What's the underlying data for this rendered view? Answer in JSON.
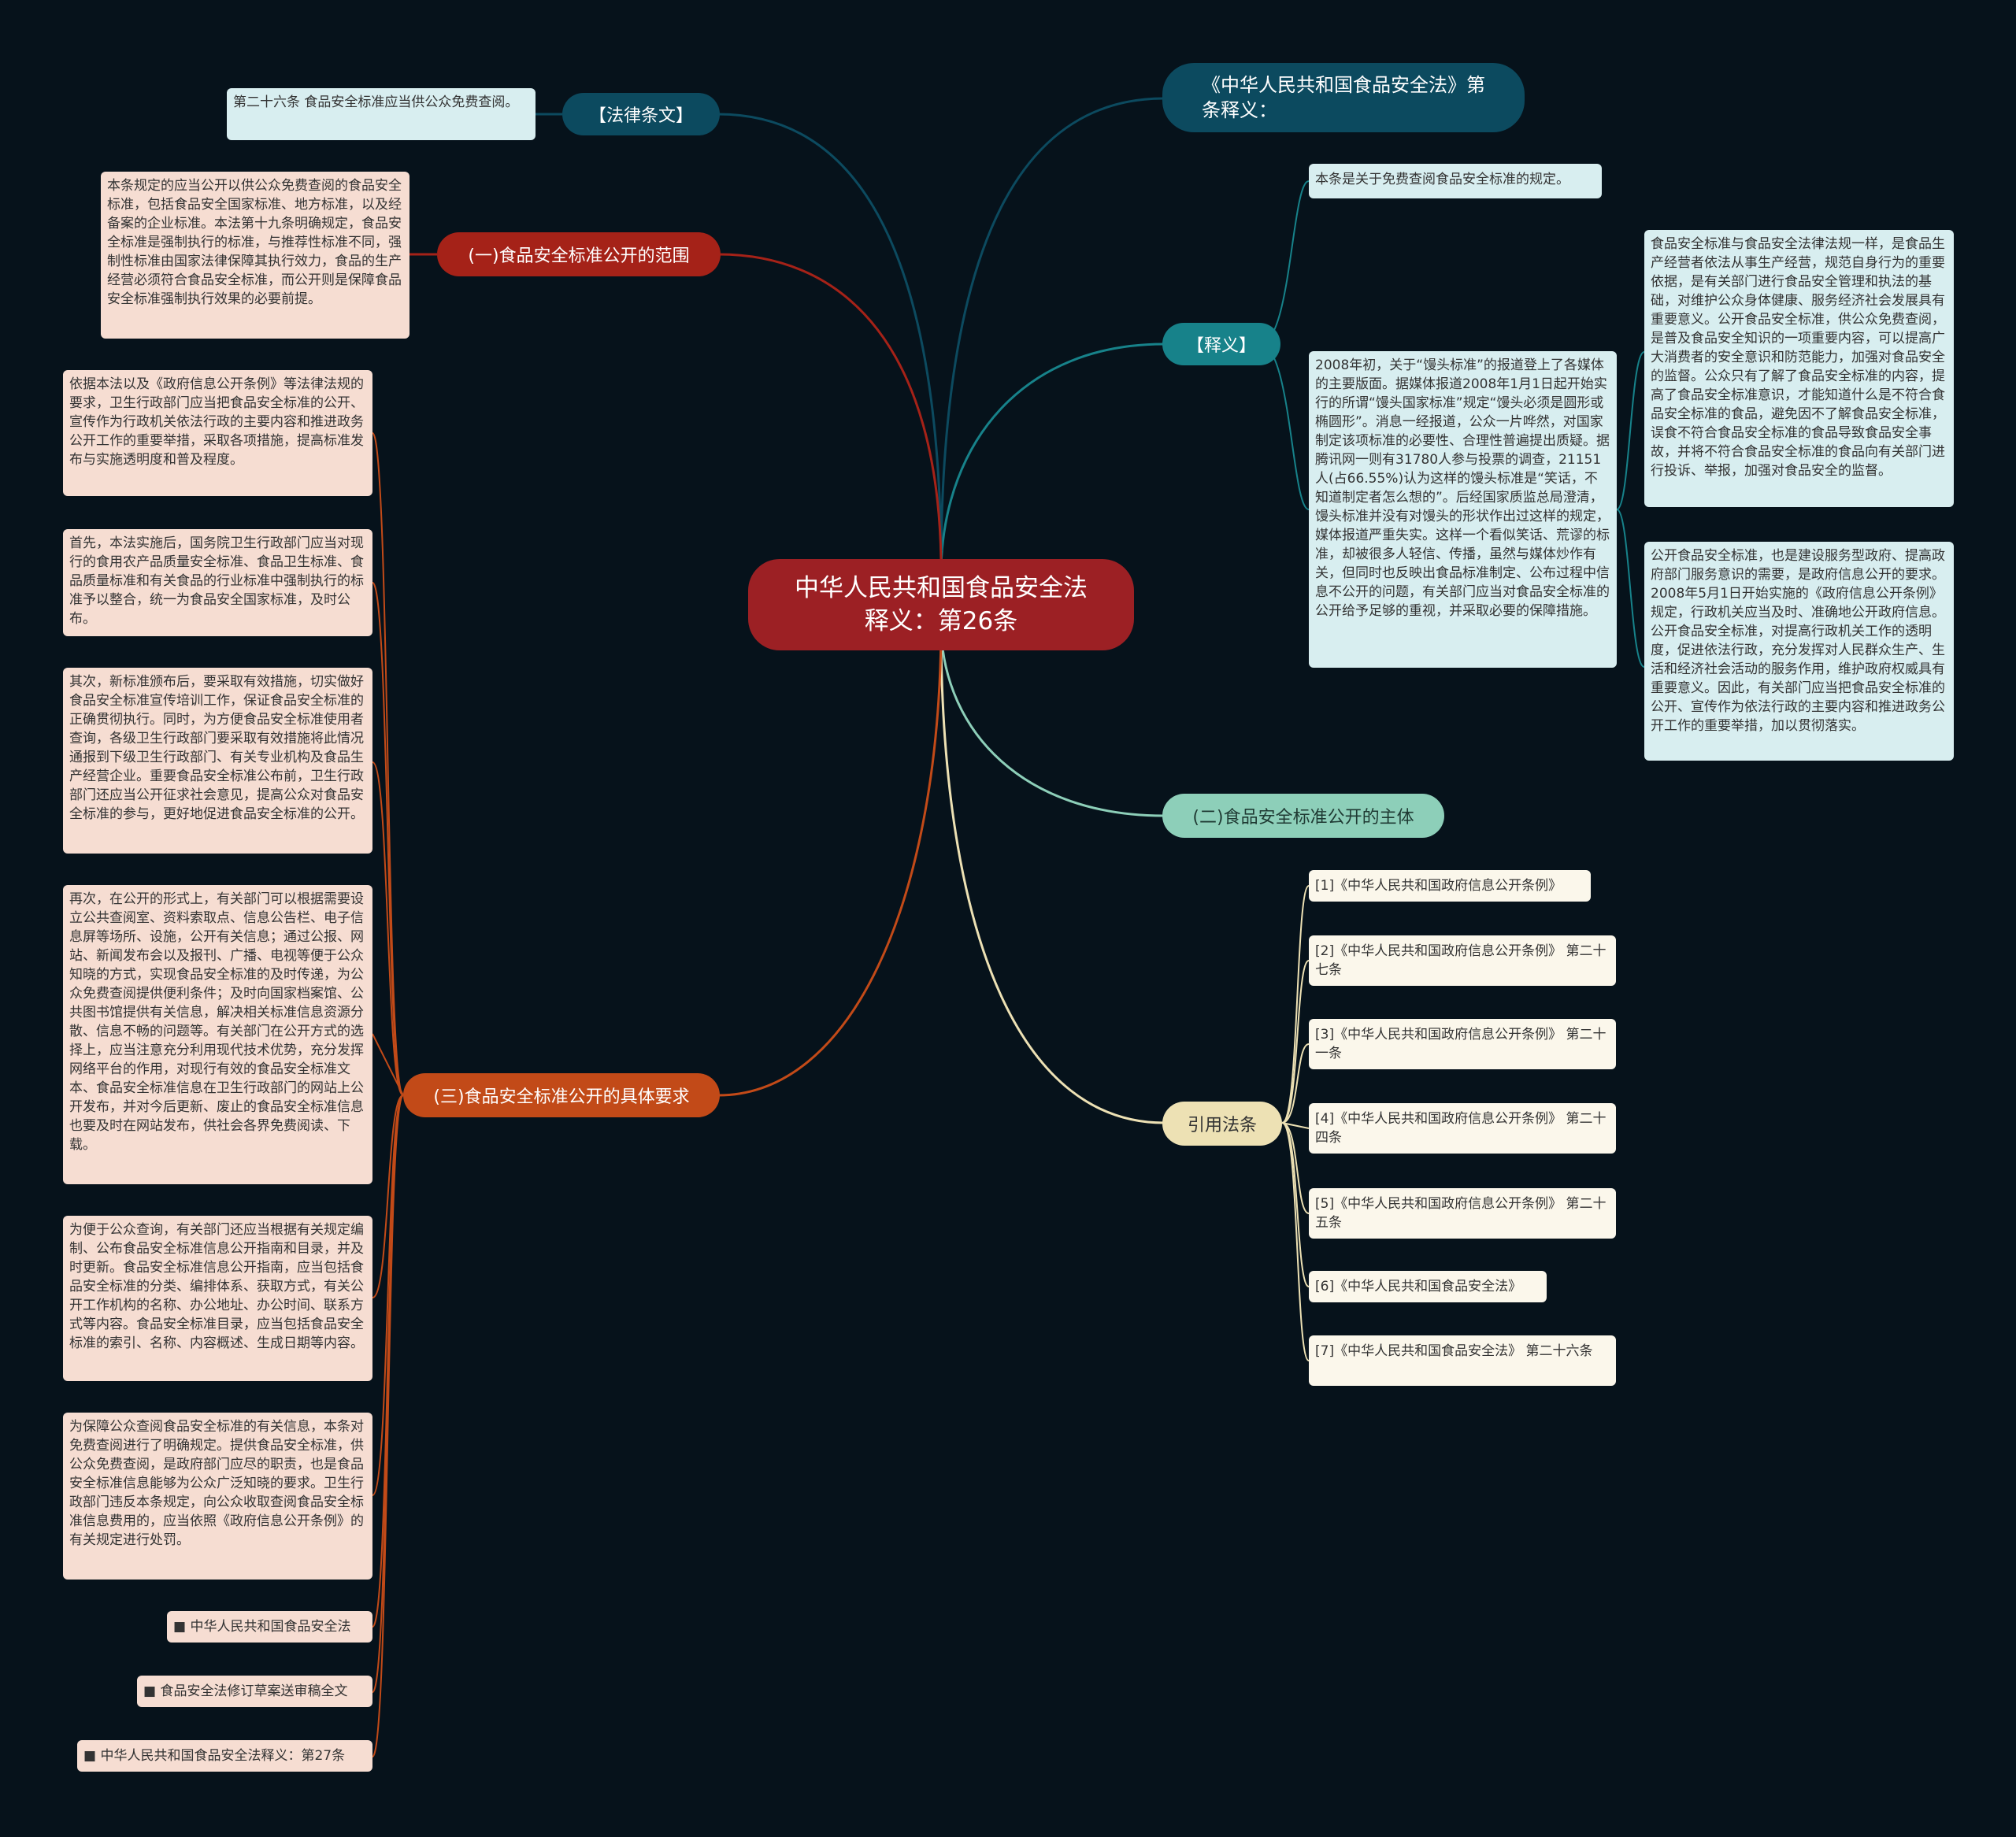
{
  "colors": {
    "background": "#06121b",
    "root": "#9c2024",
    "law": "#0c4a5f",
    "explain": "#17828a",
    "subject": "#8dcfb9",
    "cite": "#ede1b4",
    "scope": "#a52218",
    "requirement": "#c24a18",
    "pink_box": "#f6ddd2",
    "cyan_box": "#d8eef0",
    "cream_box": "#fbf7eb"
  },
  "root": {
    "title": "中华人民共和国食品安全法释义：第26条"
  },
  "branches": {
    "law_text": {
      "label": "【法律条文】",
      "leaf": "第二十六条 食品安全标准应当供公众免费查阅。"
    },
    "explanation_title": {
      "label": "《中华人民共和国食品安全法》第条释义："
    },
    "scope": {
      "label": "(一)食品安全标准公开的范围",
      "leaf": "本条规定的应当公开以供公众免费查阅的食品安全标准，包括食品安全国家标准、地方标准，以及经备案的企业标准。本法第十九条明确规定，食品安全标准是强制执行的标准，与推荐性标准不同，强制性标准由国家法律保障其执行效力，食品的生产经营必须符合食品安全标准，而公开则是保障食品安全标准强制执行效果的必要前提。"
    },
    "explain": {
      "label": "【释义】",
      "summary": "本条是关于免费查阅食品安全标准的规定。",
      "case": "2008年初，关于“馒头标准”的报道登上了各媒体的主要版面。据媒体报道2008年1月1日起开始实行的所谓“馒头国家标准”规定“馒头必须是圆形或椭圆形”。消息一经报道，公众一片哗然，对国家制定该项标准的必要性、合理性普遍提出质疑。据腾讯网一则有31780人参与投票的调查，21151人(占66.55%)认为这样的馒头标准是“笑话，不知道制定者怎么想的”。后经国家质监总局澄清，馒头标准并没有对馒头的形状作出过这样的规定，媒体报道严重失实。这样一个看似笑话、荒谬的标准，却被很多人轻信、传播，虽然与媒体炒作有关，但同时也反映出食品标准制定、公布过程中信息不公开的问题，有关部门应当对食品安全标准的公开给予足够的重视，并采取必要的保障措施。",
      "detail1": "食品安全标准与食品安全法律法规一样，是食品生产经营者依法从事生产经营，规范自身行为的重要依据，是有关部门进行食品安全管理和执法的基础，对维护公众身体健康、服务经济社会发展具有重要意义。公开食品安全标准，供公众免费查阅，是普及食品安全知识的一项重要内容，可以提高广大消费者的安全意识和防范能力，加强对食品安全的监督。公众只有了解了食品安全标准的内容，提高了食品安全标准意识，才能知道什么是不符合食品安全标准的食品，避免因不了解食品安全标准，误食不符合食品安全标准的食品导致食品安全事故，并将不符合食品安全标准的食品向有关部门进行投诉、举报，加强对食品安全的监督。",
      "detail2": "公开食品安全标准，也是建设服务型政府、提高政府部门服务意识的需要，是政府信息公开的要求。2008年5月1日开始实施的《政府信息公开条例》规定，行政机关应当及时、准确地公开政府信息。公开食品安全标准，对提高行政机关工作的透明度，促进依法行政，充分发挥对人民群众生产、生活和经济社会活动的服务作用，维护政府权威具有重要意义。因此，有关部门应当把食品安全标准的公开、宣传作为依法行政的主要内容和推进政务公开工作的重要举措，加以贯彻落实。"
    },
    "subject": {
      "label": "(二)食品安全标准公开的主体"
    },
    "requirements": {
      "label": "(三)食品安全标准公开的具体要求",
      "items": [
        "依据本法以及《政府信息公开条例》等法律法规的要求，卫生行政部门应当把食品安全标准的公开、宣传作为行政机关依法行政的主要内容和推进政务公开工作的重要举措，采取各项措施，提高标准发布与实施透明度和普及程度。",
        "首先，本法实施后，国务院卫生行政部门应当对现行的食用农产品质量安全标准、食品卫生标准、食品质量标准和有关食品的行业标准中强制执行的标准予以整合，统一为食品安全国家标准，及时公布。",
        "其次，新标准颁布后，要采取有效措施，切实做好食品安全标准宣传培训工作，保证食品安全标准的正确贯彻执行。同时，为方便食品安全标准使用者查询，各级卫生行政部门要采取有效措施将此情况通报到下级卫生行政部门、有关专业机构及食品生产经营企业。重要食品安全标准公布前，卫生行政部门还应当公开征求社会意见，提高公众对食品安全标准的参与，更好地促进食品安全标准的公开。",
        "再次，在公开的形式上，有关部门可以根据需要设立公共查阅室、资料索取点、信息公告栏、电子信息屏等场所、设施，公开有关信息；通过公报、网站、新闻发布会以及报刊、广播、电视等便于公众知晓的方式，实现食品安全标准的及时传递，为公众免费查阅提供便利条件；及时向国家档案馆、公共图书馆提供有关信息，解决相关标准信息资源分散、信息不畅的问题等。有关部门在公开方式的选择上，应当注意充分利用现代技术优势，充分发挥网络平台的作用，对现行有效的食品安全标准文本、食品安全标准信息在卫生行政部门的网站上公开发布，并对今后更新、废止的食品安全标准信息也要及时在网站发布，供社会各界免费阅读、下载。",
        "为便于公众查询，有关部门还应当根据有关规定编制、公布食品安全标准信息公开指南和目录，并及时更新。食品安全标准信息公开指南，应当包括食品安全标准的分类、编排体系、获取方式，有关公开工作机构的名称、办公地址、办公时间、联系方式等内容。食品安全标准目录，应当包括食品安全标准的索引、名称、内容概述、生成日期等内容。",
        "为保障公众查阅食品安全标准的有关信息，本条对免费查阅进行了明确规定。提供食品安全标准，供公众免费查阅，是政府部门应尽的职责，也是食品安全标准信息能够为公众广泛知晓的要求。卫生行政部门违反本条规定，向公众收取查阅食品安全标准信息费用的，应当依照《政府信息公开条例》的有关规定进行处罚。"
      ],
      "links": [
        "■ 中华人民共和国食品安全法",
        "■ 食品安全法修订草案送审稿全文",
        "■ 中华人民共和国食品安全法释义：第27条"
      ]
    },
    "citations": {
      "label": "引用法条",
      "items": [
        "[1]《中华人民共和国政府信息公开条例》",
        "[2]《中华人民共和国政府信息公开条例》 第二十七条",
        "[3]《中华人民共和国政府信息公开条例》 第二十一条",
        "[4]《中华人民共和国政府信息公开条例》 第二十四条",
        "[5]《中华人民共和国政府信息公开条例》 第二十五条",
        "[6]《中华人民共和国食品安全法》",
        "[7]《中华人民共和国食品安全法》 第二十六条"
      ]
    }
  }
}
